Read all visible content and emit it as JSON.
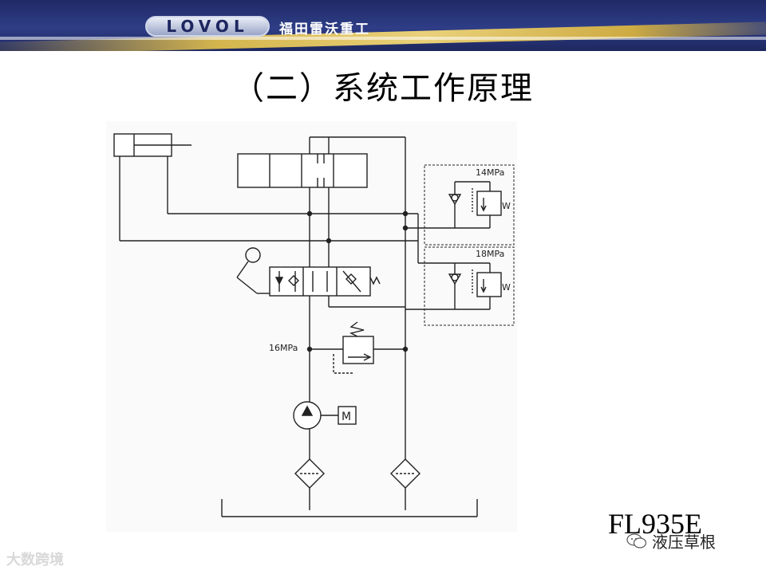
{
  "header": {
    "logo_text": "LOVOL",
    "brand_cn": "福田雷沃重工"
  },
  "title": "（二）系统工作原理",
  "diagram": {
    "relief_valve_1_label": "14MPa",
    "relief_valve_2_label": "18MPa",
    "main_relief_label": "16MPa",
    "motor_label": "M",
    "spring_label": "W"
  },
  "model": "FL935E",
  "watermark_left": "大数跨境",
  "watermark_right": "液压草根"
}
